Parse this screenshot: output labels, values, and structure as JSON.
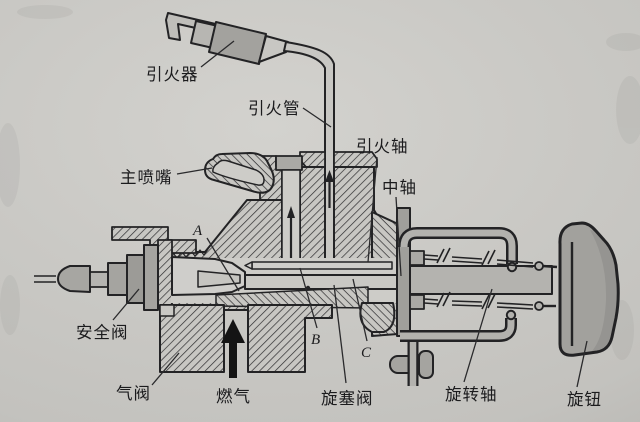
{
  "figure": {
    "type": "technical-cross-section-diagram",
    "subject": "gas stove plug valve assembly cross-section",
    "style": {
      "paper_color": "#c9c8c4",
      "ink_color": "#1e1e20",
      "metal_gray": "#a5a4a0",
      "light_metal": "#b4b3af"
    }
  },
  "labels": {
    "igniter": "引火器",
    "ignition_tube": "引火管",
    "main_nozzle": "主喷嘴",
    "ignition_shaft": "引火轴",
    "center_shaft": "中轴",
    "point_a": "A",
    "safety_valve": "安全阀",
    "gas_valve": "气阀",
    "fuel_gas": "燃气",
    "point_b": "B",
    "point_c": "C",
    "plug_valve": "旋塞阀",
    "rotating_shaft": "旋转轴",
    "knob": "旋钮"
  }
}
